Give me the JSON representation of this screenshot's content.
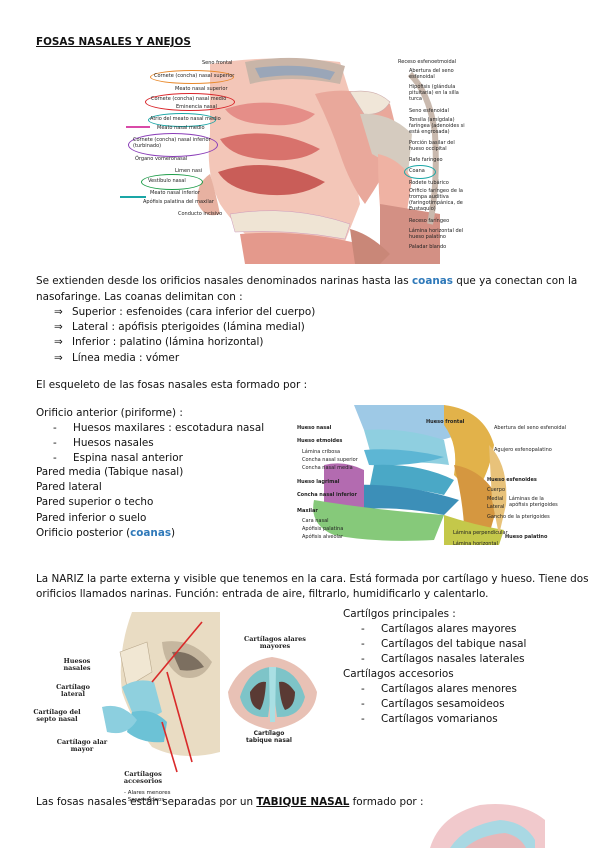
{
  "title": "FOSAS NASALES Y ANEJOS",
  "fig1": {
    "labels_left": [
      "Seno frontal",
      "Cornete (concha) nasal superior",
      "Meato nasal superior",
      "Cornete (concha) nasal medio",
      "Eminencia nasal",
      "Atrio del meato nasal medio",
      "Meato nasal medio",
      "Cornete (concha) nasal inferior (turbinado)",
      "Órgano vomeronasal",
      "Limen nasi",
      "Vestíbulo nasal",
      "Meato nasal inferior",
      "Apófisis palatina del maxilar",
      "Conducto incisivo"
    ],
    "labels_right": [
      "Receso esfenoetmoidal",
      "Abertura del seno esfenoidal",
      "Hipófisis (glándula pituitaria) en la silla turca",
      "Seno esfenoidal",
      "Tonsila (amígdala) faríngea (adenoides si está engrosada)",
      "Porción basilar del hueso occipital",
      "Rafe faríngeo",
      "Coana",
      "Rodete tubárico",
      "Orificio faríngeo de la trompa auditiva (faringotimpánica, de Eustaquio)",
      "Receso faríngeo",
      "Lámina horizontal del hueso palatino",
      "Paladar blando"
    ]
  },
  "intro": {
    "before": "Se extienden desde los orificios nasales denominados narinas hasta las ",
    "highlight": "coanas",
    "after": " que ya conectan con la",
    "line2": "nasofaringe. Las coanas delimitan con :"
  },
  "limits": [
    "Superior : esfenoides (cara inferior del cuerpo)",
    "Lateral : apófisis pterigoides (lámina medial)",
    "Inferior : palatino (lámina horizontal)",
    "Línea media : vómer"
  ],
  "arrow_glyph": "⇒",
  "esqueleto_heading": "El esqueleto de las fosas nasales esta formado por :",
  "orificio_anterior": "Orificio anterior (piriforme) :",
  "orificio_items": [
    "Huesos maxilares : escotadura nasal",
    "Huesos nasales",
    "Espina nasal anterior"
  ],
  "dash_glyph": "-",
  "paredes": [
    "Pared media (Tabique nasal)",
    "Pared lateral",
    "Pared superior o techo",
    "Pared inferior o suelo"
  ],
  "posterior": {
    "text": "Orificio posterior (",
    "highlight": "coanas",
    "close": ")"
  },
  "fig2": {
    "labels_left": [
      "Hueso nasal",
      "Hueso etmoides",
      "Lámina cribosa",
      "Concha nasal superior",
      "Concha nasal media",
      "Hueso lagrimal",
      "Concha nasal inferior",
      "Maxilar",
      "Cara nasal",
      "Apófisis palatina",
      "Apófisis alveolar"
    ],
    "labels_right": [
      "Hueso frontal",
      "Abertura del seno esfenoidal",
      "Agujero esfenopalatino",
      "Hueso esfenoides",
      "Cuerpo",
      "Medial",
      "Lateral",
      "Láminas de la apófisis pterigoides",
      "Gancho de la pterigoides",
      "Lámina perpendicular",
      "Lámina horizontal",
      "Hueso palatino"
    ]
  },
  "nariz": {
    "line1": "La NARIZ la parte externa y visible que tenemos en la cara. Está formada por cartílago y hueso. Tiene dos",
    "line2": "orificios llamados narinas. Función: entrada de aire, filtrarlo, humidificarlo y calentarlo."
  },
  "fig3": {
    "labels": [
      "Huesos nasales",
      "Cartílago lateral",
      "Cartílago del septo nasal",
      "Cartílago alar mayor",
      "Cartílagos accesorios",
      "- Alares menores",
      "- Sesamoideos"
    ]
  },
  "fig4": {
    "title": "Cartílagos alares mayores",
    "label": "Cartílago tabique nasal"
  },
  "cartilagos": {
    "principales_heading": "Cartílgos principales :",
    "principales": [
      "Cartílagos alares mayores",
      "Cartílagos del tabique nasal",
      "Cartílagos nasales laterales"
    ],
    "accesorios_heading": "Cartílagos accesorios",
    "accesorios": [
      "Cartílagos alares menores",
      "Cartílagos sesamoideos",
      "Cartílagos vomarianos"
    ]
  },
  "tabique": {
    "before": "Las fosas nasales están separadas por un ",
    "highlight": "TABIQUE NASAL",
    "after": " formado por :"
  },
  "colors": {
    "accent": "#2f79b9",
    "ring_orange": "#e8892b",
    "ring_red": "#d9262b",
    "ring_teal": "#1aa6a6",
    "ring_purple": "#8a3db8",
    "ring_green": "#1f9d4a"
  }
}
